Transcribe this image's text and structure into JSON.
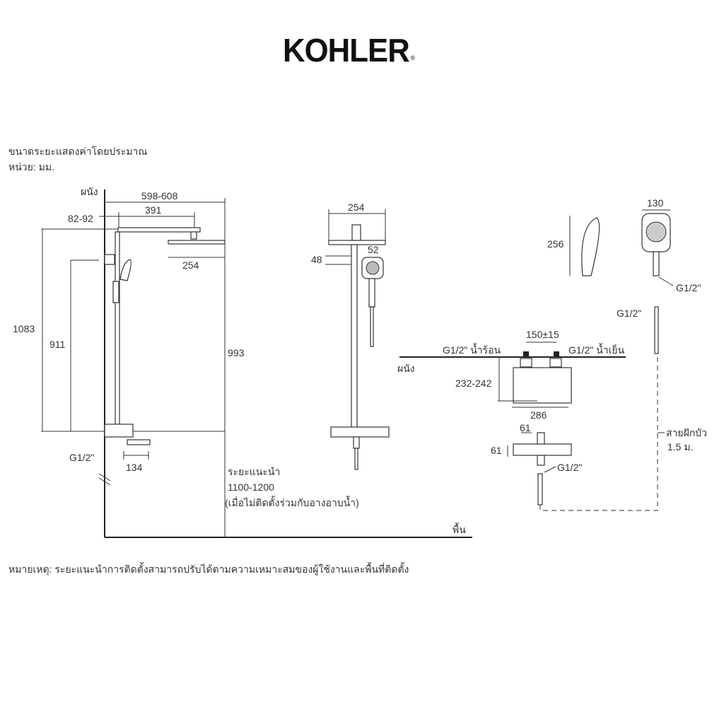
{
  "brand": {
    "name": "KOHLER",
    "mark": "®"
  },
  "header_notes": {
    "approx": "ขนาดระยะแสดงค่าโดยประมาณ",
    "unit": "หน่วย: มม."
  },
  "side_view": {
    "wall_label": "ผนัง",
    "floor_label": "พื้น",
    "dim_total_reach": "598-608",
    "dim_arm": "391",
    "dim_wall_offset": "82-92",
    "dim_head_width": "254",
    "dim_height_total": "1083",
    "dim_height_holder": "911",
    "dim_height_floor": "993",
    "inlet": "G1/2\"",
    "dim_spout": "134",
    "recommend_label": "ระยะแนะนำ",
    "recommend_value": "1100-1200",
    "recommend_note": "(เมื่อไม่ติดตั้งร่วมกับอางอาบน้ำ)"
  },
  "front_view": {
    "dim_head_width": "254",
    "dim_head_depth": "48",
    "dim_hand": "52"
  },
  "handshower": {
    "dim_length": "256",
    "dim_width": "130",
    "thread": "G1/2\"",
    "hose_thread": "G1/2\""
  },
  "valve": {
    "dim_centers": "150±15",
    "hot_inlet": "G1/2\" น้ำร้อน",
    "cold_inlet": "G1/2\" น้ำเย็น",
    "wall_label": "ผนัง",
    "dim_projection": "232-242",
    "dim_width": "286",
    "dim_body_a": "61",
    "dim_body_b": "61",
    "outlet": "G1/2\"",
    "hose_label": "สายฝักบัว",
    "hose_length": "1.5 ม."
  },
  "footer_note": "หมายเหตุ: ระยะแนะนำการติดตั้งสามารถปรับได้ตามความเหมาะสมของผู้ใช้งานและพื้นที่ติดตั้ง"
}
